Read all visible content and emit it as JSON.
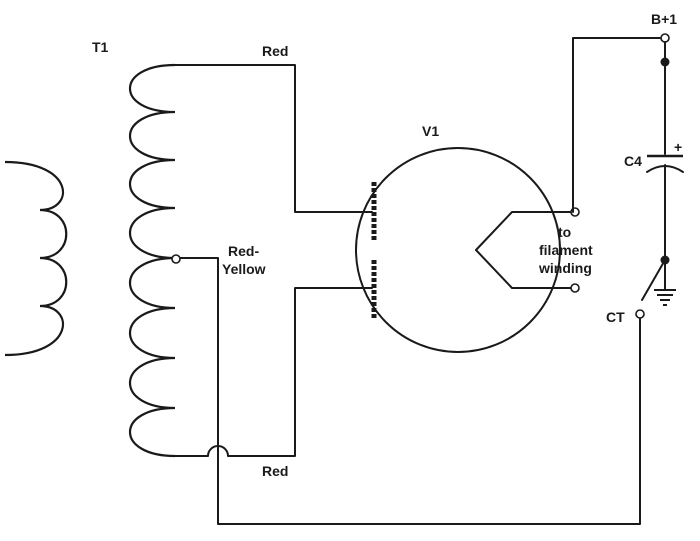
{
  "labels": {
    "transformer": "T1",
    "tube": "V1",
    "top_lead": "Red",
    "center_tap_line1": "Red-",
    "center_tap_line2": "Yellow",
    "bottom_lead": "Red",
    "filament_line1": "to",
    "filament_line2": "filament",
    "filament_line3": "winding",
    "capacitor": "C4",
    "capacitor_polarity": "+",
    "supply": "B+1",
    "ct_terminal": "CT"
  }
}
